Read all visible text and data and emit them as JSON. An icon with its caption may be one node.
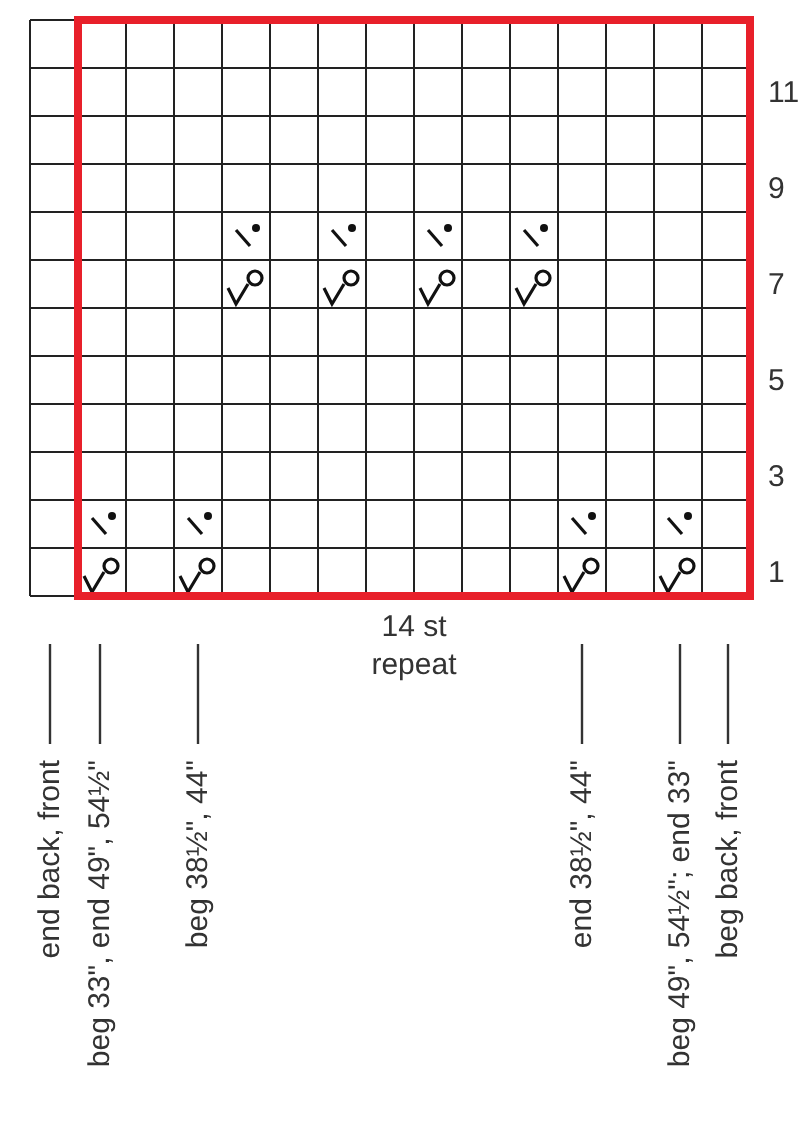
{
  "diagram": {
    "labels": [
      "11",
      "9",
      "7",
      "5",
      "3",
      "1",
      "14 st repeat",
      "end back, front",
      "beg 33\", end 49\", 54½\"",
      "beg 38½\", 44\"",
      "end 38½\", 44\"",
      "beg 49\", 54½\"; end 33\"",
      "beg back, front"
    ]
  }
}
